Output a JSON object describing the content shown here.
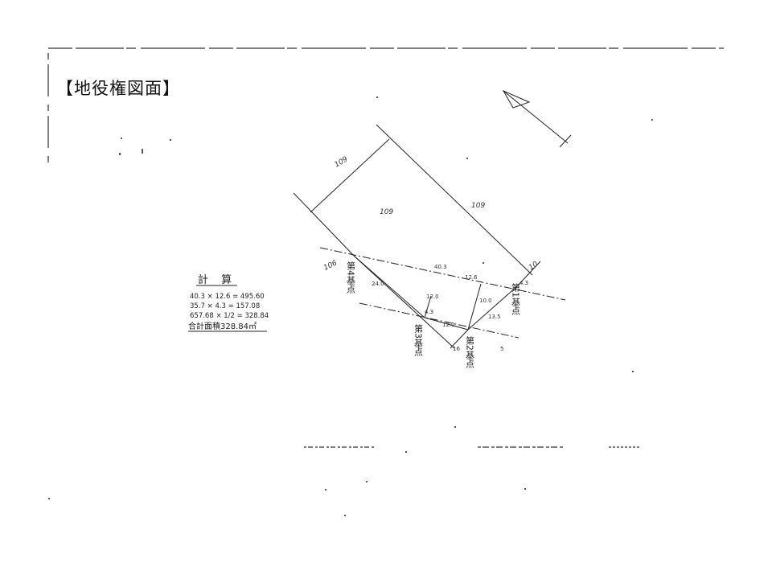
{
  "page": {
    "title": "【地役権図面】"
  },
  "calculation": {
    "heading": "計 算",
    "lines": [
      "40.3 × 12.6 = 495.60",
      "35.7 × 4.3 = 157.08",
      "657.68 × 1/2 = 328.84"
    ],
    "total": "合計面積328.84㎡"
  },
  "lot_numbers": {
    "upper_left": "109",
    "center": "109",
    "right": "109",
    "left": "106",
    "far_right": "10"
  },
  "points": {
    "p1": "第1基点",
    "p2": "第2基点",
    "p3": "第3基点",
    "p4": "第4基点"
  },
  "dimensions": {
    "d1": "40.3",
    "d2": "24.0",
    "d3": "12.6",
    "d4": "12.0",
    "d5": "12.0",
    "d6": "4.3",
    "d7": "16",
    "d8": "5",
    "d9": "4.3",
    "d10": "10.0",
    "d11": "13.5"
  },
  "colors": {
    "line": "#222222",
    "border_noise": "#555555"
  }
}
